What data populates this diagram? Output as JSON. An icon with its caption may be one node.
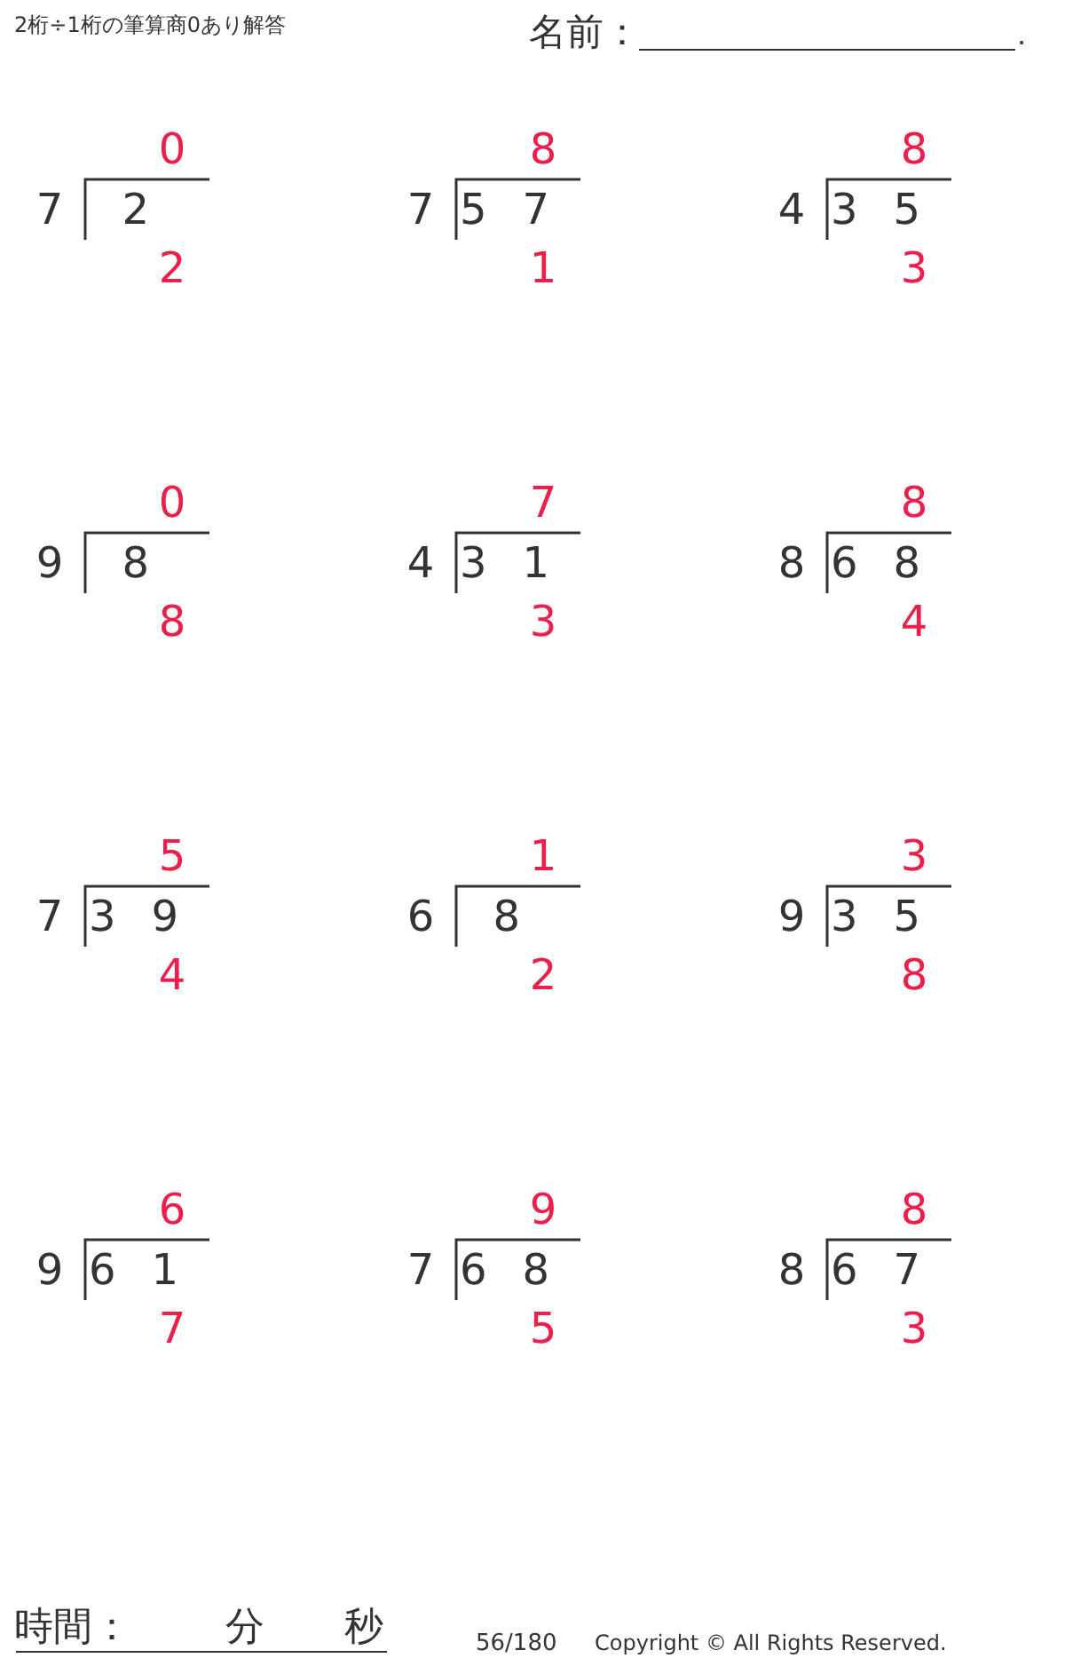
{
  "diagram": {
    "title": "2桁÷1桁の筆算商0あり解答",
    "labels": [
      "名前：",
      ".",
      "0",
      "7",
      "2",
      "2",
      "8",
      "7",
      "57",
      "1",
      "8",
      "4",
      "35",
      "3",
      "0",
      "9",
      "8",
      "8",
      "7",
      "4",
      "31",
      "3",
      "8",
      "8",
      "68",
      "4",
      "5",
      "7",
      "39",
      "4",
      "1",
      "6",
      "8",
      "2",
      "3",
      "9",
      "35",
      "8",
      "6",
      "9",
      "61",
      "7",
      "9",
      "7",
      "68",
      "5",
      "8",
      "8",
      "67",
      "3",
      "時間：",
      "分",
      "秒",
      "56/180",
      "Copyright © All Rights Reserved."
    ]
  }
}
